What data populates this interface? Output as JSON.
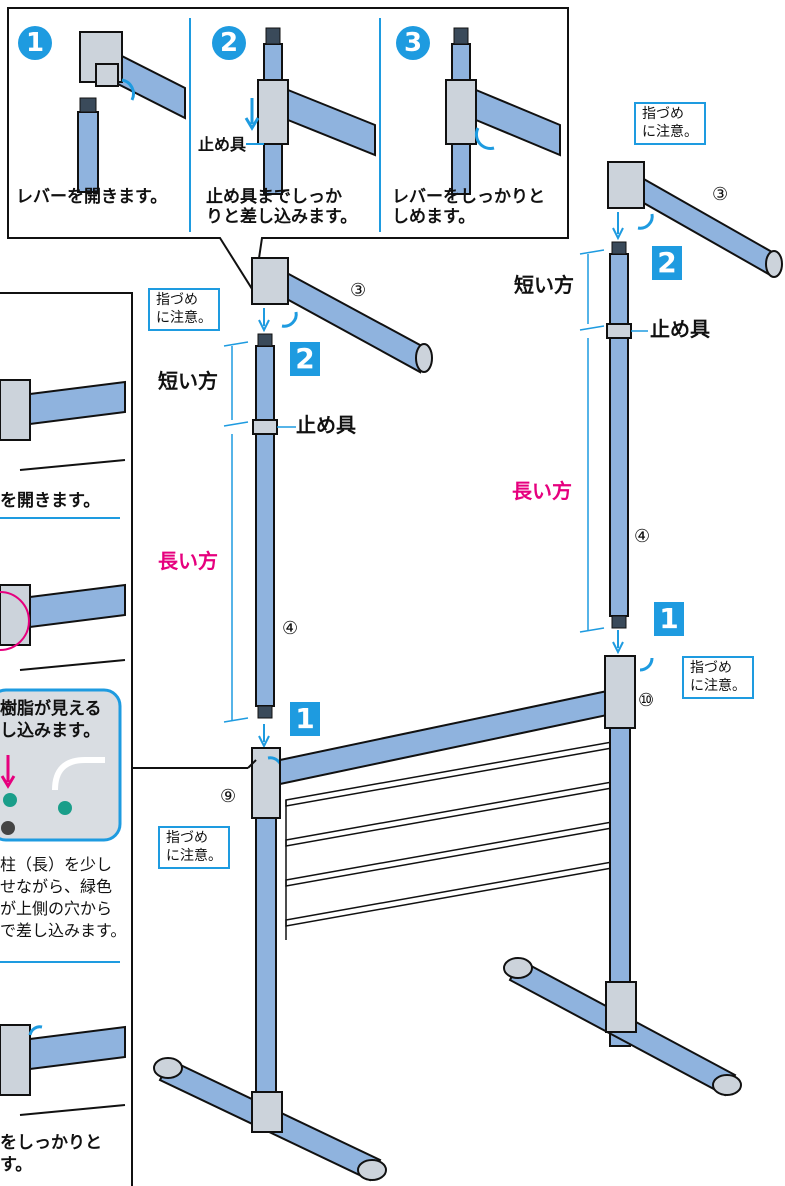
{
  "steps": [
    {
      "num": "1",
      "caption": "レバーを開きます。"
    },
    {
      "num": "2",
      "caption_line1": "止め具までしっか",
      "caption_line2": "りと差し込みます。",
      "label": "止め具"
    },
    {
      "num": "3",
      "caption_line1": "レバーをしっかりと",
      "caption_line2": "しめます。"
    }
  ],
  "left_assembly": {
    "note_top": [
      "指づめ",
      "に注意。"
    ],
    "note_bottom": [
      "指づめ",
      "に注意。"
    ],
    "short_label": "短い方",
    "long_label": "長い方",
    "stopper_label": "止め具",
    "step1": "1",
    "step2": "2",
    "part_arm": "③",
    "part_pole": "④",
    "part_joint": "⑨"
  },
  "right_assembly": {
    "note_top": [
      "指づめ",
      "に注意。"
    ],
    "note_mid": [
      "指づめ",
      "に注意。"
    ],
    "short_label": "短い方",
    "long_label": "長い方",
    "stopper_label": "止め具",
    "step1": "1",
    "step2": "2",
    "part_arm": "③",
    "part_pole": "④",
    "part_joint": "⑩"
  },
  "side_panel": {
    "caption1": "を開きます。",
    "photo_line1": "樹脂が見える",
    "photo_line2": "し込みます。",
    "para": [
      "柱（長）を少し",
      "せながら、緑色",
      "が上側の穴から",
      "で差し込みます。"
    ],
    "caption3_line1": "をしっかりと",
    "caption3_line2": "す。"
  },
  "colors": {
    "pipe": "#8fb3de",
    "accent": "#1e9be0",
    "pink": "#e6007e"
  }
}
